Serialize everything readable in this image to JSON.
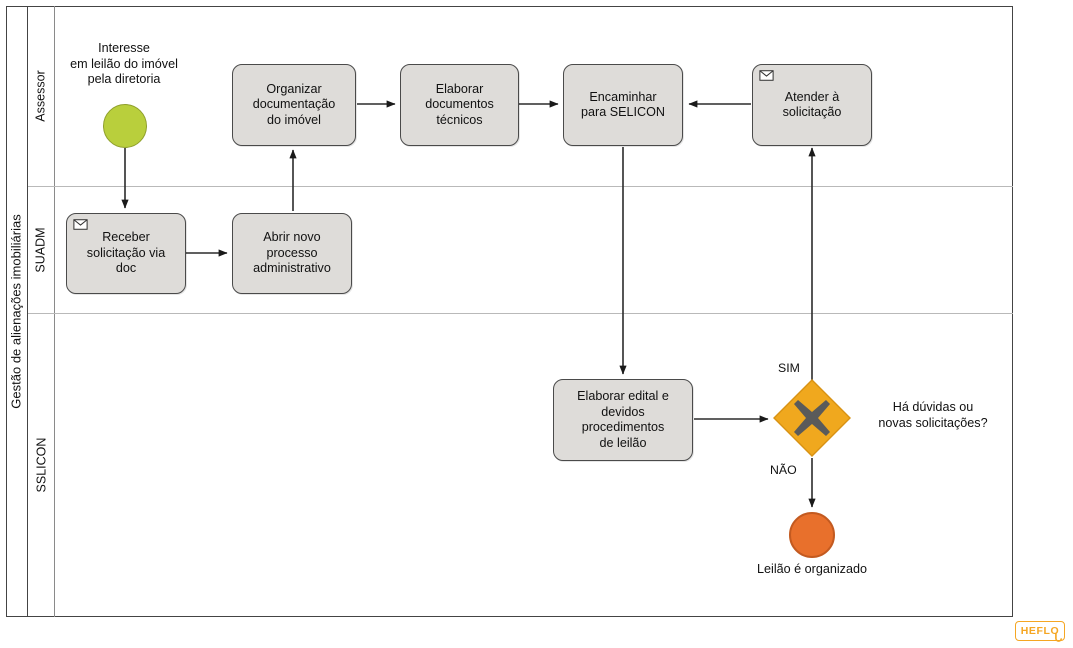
{
  "diagram": {
    "type": "bpmn-process-diagram",
    "pool": {
      "label": "Gestão de alienações imobiliárias"
    },
    "lanes": [
      {
        "id": "assessor",
        "label": "Assessor"
      },
      {
        "id": "suadm",
        "label": "SUADM"
      },
      {
        "id": "sslicon",
        "label": "SSLICON"
      }
    ],
    "events": [
      {
        "id": "start-1",
        "kind": "start-event",
        "lane": "assessor",
        "label": "Interesse\nem leilão do imóvel\npela diretoria",
        "color": "#b9cf3c"
      },
      {
        "id": "end-1",
        "kind": "end-event",
        "lane": "sslicon",
        "label": "Leilão é organizado",
        "color": "#e8702c"
      }
    ],
    "tasks": [
      {
        "id": "t-organizar",
        "lane": "assessor",
        "label": "Organizar\ndocumentação\ndo imóvel",
        "icon": null
      },
      {
        "id": "t-elaborar-doc",
        "lane": "assessor",
        "label": "Elaborar\ndocumentos\ntécnicos",
        "icon": null
      },
      {
        "id": "t-encaminhar",
        "lane": "assessor",
        "label": "Encaminhar\npara SELICON",
        "icon": null
      },
      {
        "id": "t-atender",
        "lane": "assessor",
        "label": "Atender à\nsolicitação",
        "icon": "envelope-icon"
      },
      {
        "id": "t-receber",
        "lane": "suadm",
        "label": "Receber\nsolicitação via\ndoc",
        "icon": "envelope-icon"
      },
      {
        "id": "t-abrir",
        "lane": "suadm",
        "label": "Abrir novo\nprocesso\nadministrativo",
        "icon": null
      },
      {
        "id": "t-edital",
        "lane": "sslicon",
        "label": "Elaborar edital e\ndevidos\nprocedimentos\nde leilão",
        "icon": null
      }
    ],
    "gateways": [
      {
        "id": "gw-duvidas",
        "kind": "exclusive-gateway",
        "lane": "sslicon",
        "label": "Há dúvidas ou\nnovas solicitações?",
        "color": "#f0a81e",
        "marker": "X"
      }
    ],
    "flow_labels": [
      {
        "id": "flow-sim",
        "text": "SIM"
      },
      {
        "id": "flow-nao",
        "text": "NÃO"
      }
    ]
  },
  "branding": {
    "logo_text": "HEFLO",
    "logo_color": "#f5a623"
  }
}
